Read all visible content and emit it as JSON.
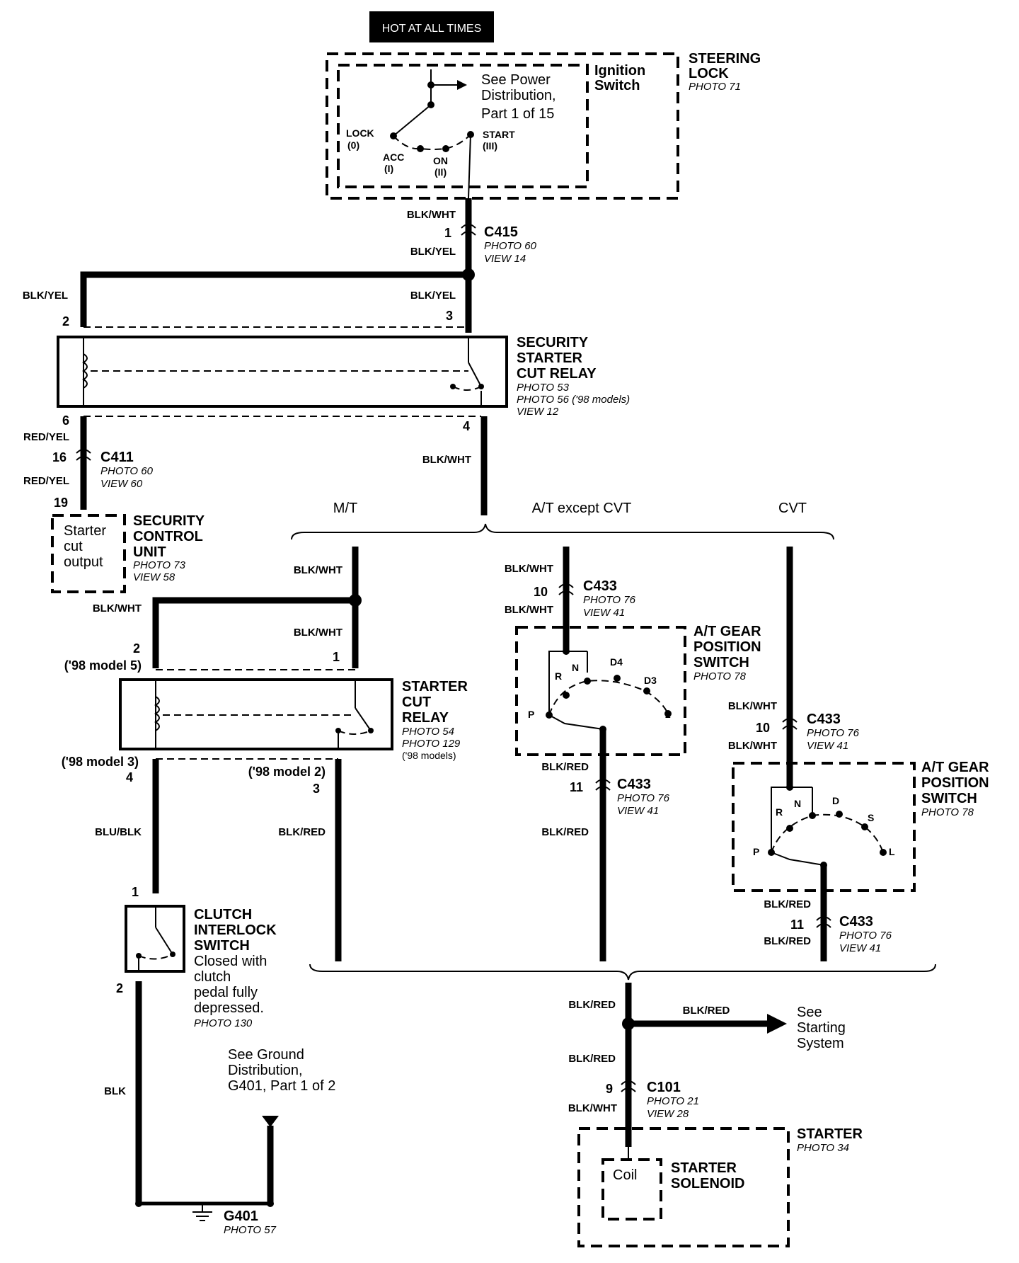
{
  "header": {
    "hot": "HOT AT ALL TIMES"
  },
  "steering_lock": {
    "title1": "STEERING",
    "title2": "LOCK",
    "photo": "PHOTO 71",
    "ign1": "Ignition",
    "ign2": "Switch",
    "see1": "See Power",
    "see2": "Distribution,",
    "see3": "Part 1 of 15",
    "lock": "LOCK",
    "lock_n": "(0)",
    "acc": "ACC",
    "acc_n": "(I)",
    "on": "ON",
    "on_n": "(II)",
    "start": "START",
    "start_n": "(III)"
  },
  "c415": {
    "wire_top": "BLK/WHT",
    "pin": "1",
    "name": "C415",
    "photo": "PHOTO 60",
    "view": "VIEW 14",
    "wire_bottom": "BLK/YEL"
  },
  "sscr": {
    "wire_left": "BLK/YEL",
    "wire_right": "BLK/YEL",
    "pin2": "2",
    "pin3": "3",
    "t1": "SECURITY",
    "t2": "STARTER",
    "t3": "CUT RELAY",
    "p1": "PHOTO 53",
    "p2": "PHOTO 56 ('98 models)",
    "view": "VIEW 12",
    "pin6": "6",
    "pin4": "4"
  },
  "c411": {
    "wire_top": "RED/YEL",
    "pin16": "16",
    "name": "C411",
    "photo": "PHOTO 60",
    "view": "VIEW 60",
    "wire_bottom": "RED/YEL",
    "pin19": "19"
  },
  "scu": {
    "o1": "Starter",
    "o2": "cut",
    "o3": "output",
    "t1": "SECURITY",
    "t2": "CONTROL",
    "t3": "UNIT",
    "photo": "PHOTO 73",
    "view": "VIEW 58"
  },
  "trunk": {
    "wire": "BLK/WHT"
  },
  "branches": {
    "mt": "M/T",
    "at": "A/T except CVT",
    "cvt": "CVT"
  },
  "mt": {
    "wire_top": "BLK/WHT",
    "wire_left": "BLK/WHT",
    "wire_mid": "BLK/WHT",
    "pin2": "2",
    "pin2b": "('98 model 5)",
    "pin1": "1",
    "t1": "STARTER",
    "t2": "CUT",
    "t3": "RELAY",
    "p1": "PHOTO 54",
    "p2": "PHOTO 129",
    "p3": "('98 models)",
    "pin4a": "('98 model 3)",
    "pin4": "4",
    "pin3a": "('98 model 2)",
    "pin3": "3",
    "wire_left_bottom": "BLU/BLK",
    "wire_right_bottom": "BLK/RED",
    "cis_pin1": "1",
    "cis_t1": "CLUTCH",
    "cis_t2": "INTERLOCK",
    "cis_t3": "SWITCH",
    "cis_d1": "Closed with",
    "cis_d2": "clutch",
    "cis_d3": "pedal fully",
    "cis_d4": "depressed.",
    "cis_photo": "PHOTO 130",
    "cis_pin2": "2",
    "wire_blk": "BLK",
    "gnd1": "See Ground",
    "gnd2": "Distribution,",
    "gnd3": "G401, Part 1 of 2",
    "g401": "G401",
    "g401_photo": "PHOTO 57"
  },
  "at": {
    "wire_top": "BLK/WHT",
    "pin10": "10",
    "c433": "C433",
    "photo": "PHOTO 76",
    "view": "VIEW 41",
    "wire_mid": "BLK/WHT",
    "t1": "A/T GEAR",
    "t2": "POSITION",
    "t3": "SWITCH",
    "sphoto": "PHOTO 78",
    "r": "R",
    "n": "N",
    "d4": "D4",
    "d3": "D3",
    "p": "P",
    "two": "2",
    "wire_bot1": "BLK/RED",
    "pin11": "11",
    "c433b": "C433",
    "photo_b": "PHOTO 76",
    "view_b": "VIEW 41",
    "wire_bot2": "BLK/RED"
  },
  "cvt": {
    "wire_top": "BLK/WHT",
    "pin10": "10",
    "c433": "C433",
    "photo": "PHOTO 76",
    "view": "VIEW 41",
    "wire_mid": "BLK/WHT",
    "t1": "A/T GEAR",
    "t2": "POSITION",
    "t3": "SWITCH",
    "sphoto": "PHOTO 78",
    "r": "R",
    "n": "N",
    "d": "D",
    "s": "S",
    "p": "P",
    "l": "L",
    "wire_bot1": "BLK/RED",
    "pin11": "11",
    "c433b": "C433",
    "photo_b": "PHOTO 76",
    "view_b": "VIEW 41",
    "wire_bot2": "BLK/RED"
  },
  "bottom": {
    "wire1": "BLK/RED",
    "wire_arrow": "BLK/RED",
    "see1": "See",
    "see2": "Starting",
    "see3": "System",
    "wire2": "BLK/RED",
    "pin9": "9",
    "c101": "C101",
    "photo": "PHOTO 21",
    "view": "VIEW 28",
    "wire3": "BLK/WHT",
    "starter": "STARTER",
    "starter_photo": "PHOTO 34",
    "coil": "Coil",
    "sol1": "STARTER",
    "sol2": "SOLENOID"
  }
}
